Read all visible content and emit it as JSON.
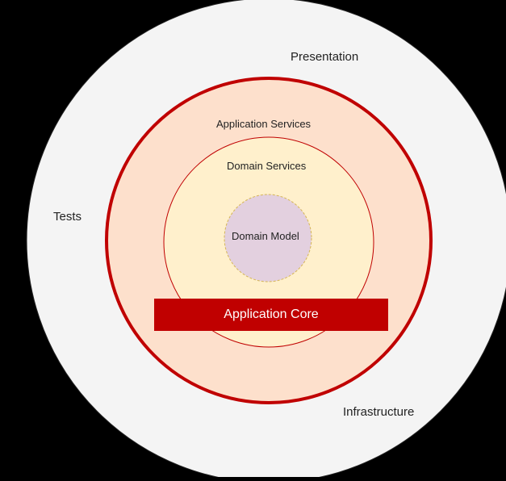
{
  "diagram": {
    "colors": {
      "background": "#000000",
      "outer_fill": "#f4f4f4",
      "outer_stroke": "#222222",
      "app_services_fill": "#fde0cc",
      "app_services_stroke": "#c00000",
      "domain_services_fill": "#fff0cc",
      "domain_services_stroke": "#c00000",
      "domain_model_fill": "#e3d0df",
      "domain_model_stroke": "#d6b656",
      "app_core_fill": "#c00000",
      "app_core_text": "#ffffff"
    },
    "layers": {
      "presentation": "Presentation",
      "tests": "Tests",
      "infrastructure": "Infrastructure",
      "application_services": "Application Services",
      "domain_services": "Domain Services",
      "domain_model": "Domain Model",
      "application_core": "Application Core"
    }
  }
}
